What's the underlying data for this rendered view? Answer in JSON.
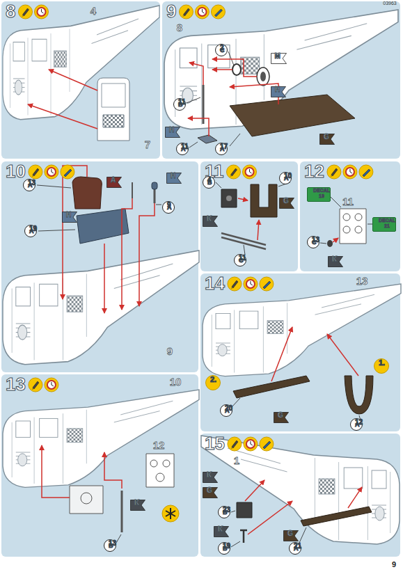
{
  "diagram": {
    "nodes": [
      {
        "text": [
          "8"
        ]
      },
      {
        "text": [
          "9"
        ]
      },
      {
        "text": [
          "C",
          "2"
        ],
        "in": 1
      },
      {
        "text": [
          "M"
        ],
        "in": 1
      },
      {
        "text": [
          "H"
        ],
        "in": 1
      },
      {
        "text": [
          "B",
          "11"
        ],
        "in": 1
      },
      {
        "text": [
          "H"
        ],
        "in": 1
      },
      {
        "text": [
          "A",
          "11"
        ],
        "in": 1
      },
      {
        "text": [
          "G"
        ],
        "in": 1
      },
      {
        "text": [
          "A",
          "17"
        ],
        "in": 1
      },
      {
        "text": [
          "10"
        ]
      },
      {
        "text": [
          "A"
        ],
        "in": 10
      },
      {
        "text": [
          "H"
        ],
        "in": 10
      },
      {
        "text": [
          "A",
          "13"
        ],
        "in": 10
      },
      {
        "text": [
          "H"
        ],
        "in": 10
      },
      {
        "text": [
          "A",
          "9"
        ],
        "in": 10
      },
      {
        "text": [
          "A",
          "19"
        ],
        "in": 10
      },
      {
        "text": [
          "11"
        ]
      },
      {
        "text": [
          "A",
          "10"
        ],
        "in": 17
      },
      {
        "text": [
          "B",
          "4"
        ],
        "in": 17
      },
      {
        "text": [
          "G"
        ],
        "in": 17
      },
      {
        "text": [
          "K"
        ],
        "in": 17
      },
      {
        "text": [
          "C",
          "11"
        ],
        "in": 17
      },
      {
        "text": [
          "12"
        ]
      },
      {
        "text": [
          "DECAL 19"
        ],
        "in": 23
      },
      {
        "text": [
          "DECAL 21"
        ],
        "in": 23
      },
      {
        "text": [
          "C",
          "13"
        ],
        "in": 23
      },
      {
        "text": [
          "K"
        ],
        "in": 23
      },
      {
        "text": [
          "13"
        ]
      },
      {
        "text": [
          "K"
        ],
        "in": 28
      },
      {
        "text": [
          "B",
          "13"
        ],
        "in": 28
      },
      {
        "text": [
          "14"
        ]
      },
      {
        "text": [
          "2."
        ],
        "in": 31
      },
      {
        "text": [
          "1."
        ],
        "in": 31
      },
      {
        "text": [
          "A",
          "20"
        ],
        "in": 31
      },
      {
        "text": [
          "G"
        ],
        "in": 31
      },
      {
        "text": [
          "A",
          "12"
        ],
        "in": 31
      },
      {
        "text": [
          "15"
        ]
      },
      {
        "text": [
          "K"
        ],
        "in": 37
      },
      {
        "text": [
          "G"
        ],
        "in": 37
      },
      {
        "text": [
          "B",
          "23"
        ],
        "in": 37
      },
      {
        "text": [
          "K"
        ],
        "in": 37
      },
      {
        "text": [
          "B",
          "19"
        ],
        "in": 37
      },
      {
        "text": [
          "G"
        ],
        "in": 37
      },
      {
        "text": [
          "A",
          "21"
        ],
        "in": 37
      }
    ],
    "labels": [
      "03963",
      "4",
      "7",
      "8",
      "9",
      "11",
      "10",
      "12",
      "13",
      "1",
      "9"
    ]
  }
}
